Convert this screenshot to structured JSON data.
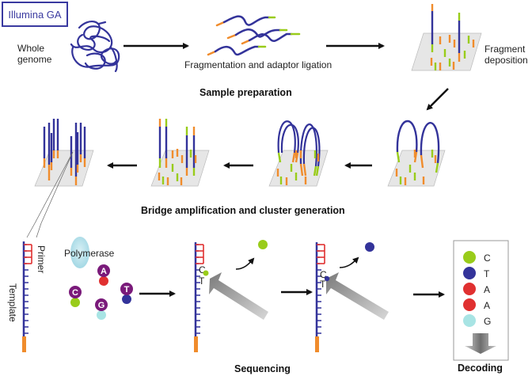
{
  "title_box": "Illumina GA",
  "colors": {
    "dna_blue": "#33339a",
    "adaptor_orange": "#f08c2c",
    "adaptor_green": "#99cc1a",
    "primer_red": "#e03030",
    "surface_gray": "#e6e6e6",
    "nucleotide_purple": "#7a1a7a",
    "polymerase_cyan": "#a8dde8",
    "base_C": "#99cc1a",
    "base_T": "#33339a",
    "base_A": "#e03030",
    "base_G": "#a8e4e4"
  },
  "sample_prep": {
    "whole_genome_label_line1": "Whole",
    "whole_genome_label_line2": "genome",
    "fragmentation_label": "Fragmentation and adaptor ligation",
    "deposition_label_line1": "Fragment",
    "deposition_label_line2": "deposition",
    "section_title": "Sample preparation"
  },
  "bridge": {
    "section_title": "Bridge amplification and cluster generation"
  },
  "sequencing": {
    "primer_label": "Primer",
    "template_label": "Template",
    "polymerase_label": "Polymerase",
    "nucleotides": [
      {
        "letter": "A",
        "base_color": "#e03030"
      },
      {
        "letter": "C",
        "base_color": "#99cc1a"
      },
      {
        "letter": "G",
        "base_color": "#a8e4e4"
      },
      {
        "letter": "T",
        "base_color": "#33339a"
      }
    ],
    "step1_bases": [
      "C",
      "T"
    ],
    "step2_bases": [
      "C",
      "T"
    ],
    "section_title": "Sequencing"
  },
  "decoding": {
    "bases": [
      {
        "letter": "C",
        "color": "#99cc1a"
      },
      {
        "letter": "T",
        "color": "#33339a"
      },
      {
        "letter": "A",
        "color": "#e03030"
      },
      {
        "letter": "A",
        "color": "#e03030"
      },
      {
        "letter": "G",
        "color": "#a8e4e4"
      }
    ],
    "section_title": "Decoding"
  }
}
